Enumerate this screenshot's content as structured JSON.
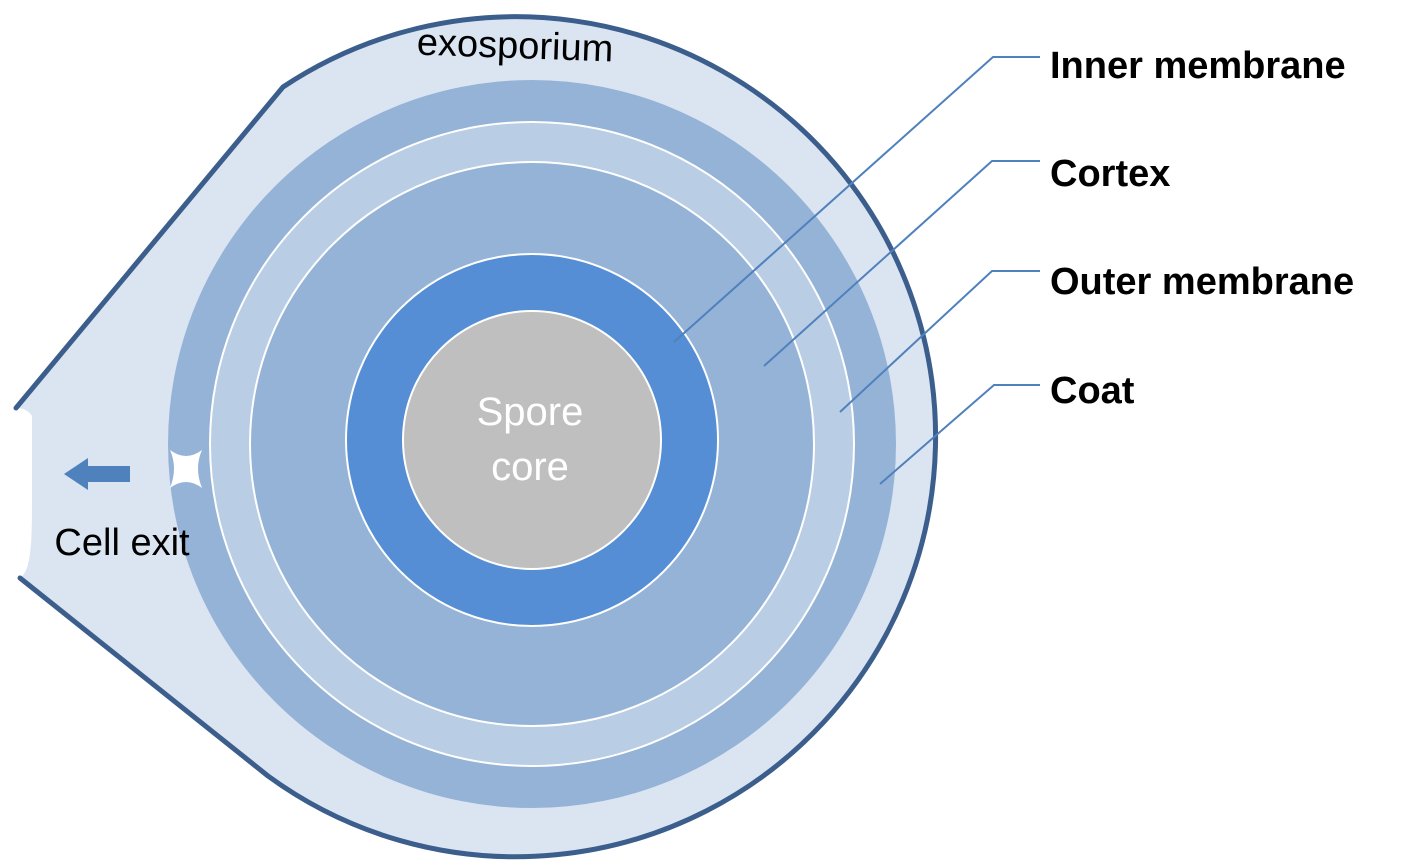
{
  "diagram": {
    "exosporium_label": "exosporium",
    "core_label_line1": "Spore",
    "core_label_line2": "core",
    "exit_label": "Cell exit",
    "callouts": [
      {
        "name": "inner-membrane",
        "label": "Inner membrane"
      },
      {
        "name": "cortex",
        "label": "Cortex"
      },
      {
        "name": "outer-membrane",
        "label": "Outer membrane"
      },
      {
        "name": "coat",
        "label": "Coat"
      }
    ],
    "colors": {
      "exosporium_fill": "#dbe4f1",
      "outline": "#3b5e8c",
      "coat": "#95b3d7",
      "outer_membrane": "#b9cde4",
      "cortex": "#95b3d7",
      "inner_membrane": "#558ed5",
      "core": "#bfbfbf",
      "leader": "#4f81bd",
      "arrow": "#4f81bd",
      "label_text": "#000000",
      "core_text": "#ffffff"
    }
  }
}
